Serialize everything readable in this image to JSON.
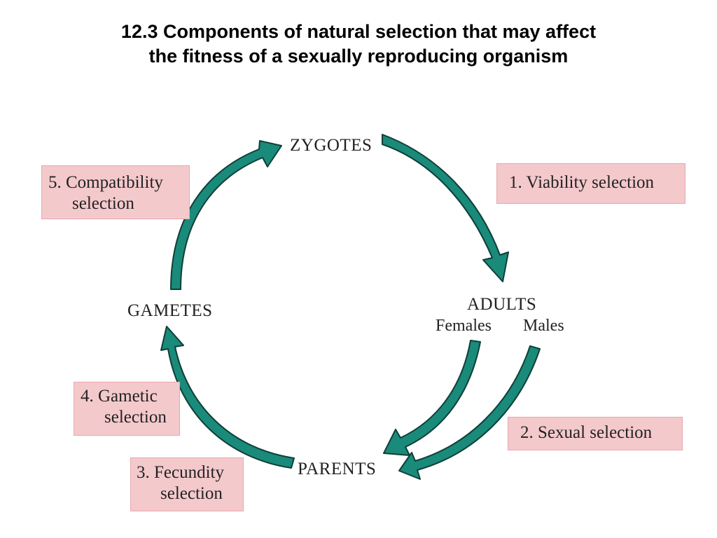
{
  "title": {
    "line1": "12.3  Components of natural selection that may affect",
    "line2": "the fitness of a sexually reproducing organism"
  },
  "nodes": {
    "zygotes": "ZYGOTES",
    "adults": "ADULTS",
    "females": "Females",
    "males": "Males",
    "parents": "PARENTS",
    "gametes": "GAMETES"
  },
  "selection_boxes": {
    "viability": {
      "line1": "1.  Viability selection"
    },
    "sexual": {
      "line1": "2.  Sexual selection"
    },
    "fecundity": {
      "line1": "3.  Fecundity",
      "line2": "selection"
    },
    "gametic": {
      "line1": "4.  Gametic",
      "line2": "selection"
    },
    "compatibility": {
      "line1": "5.  Compatibility",
      "line2": "selection"
    }
  },
  "colors": {
    "arrow_fill": "#1a8a7a",
    "arrow_stroke": "#0e3f38",
    "box_fill": "#f4c9cc"
  }
}
